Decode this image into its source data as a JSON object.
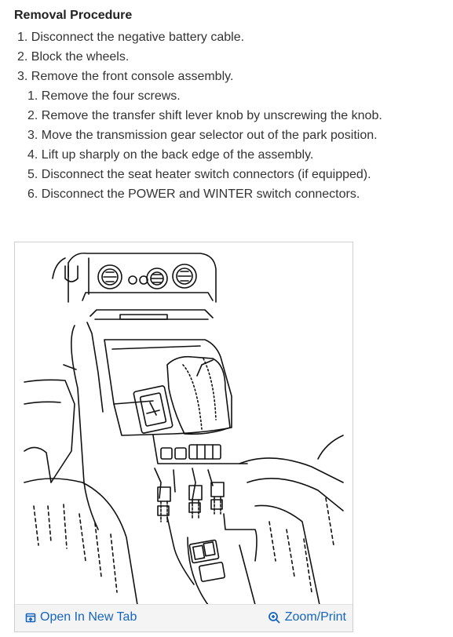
{
  "procedure": {
    "heading": "Removal Procedure",
    "steps": [
      "1. Disconnect the negative battery cable.",
      "2. Block the wheels.",
      "3. Remove the front console assembly."
    ],
    "substeps": [
      "1. Remove the four screws.",
      "2. Remove the transfer shift lever knob by unscrewing the knob.",
      "3. Move the transmission gear selector out of the park position.",
      "4. Lift up sharply on the back edge of the assembly.",
      "5. Disconnect the seat heater switch connectors (if equipped).",
      "6. Disconnect the POWER and WINTER switch connectors."
    ]
  },
  "figure": {
    "open_label": "Open In New Tab",
    "zoom_label": "Zoom/Print",
    "open_icon": "open-new-tab-icon",
    "zoom_icon": "zoom-magnifier-icon",
    "link_color": "#1565c0"
  }
}
